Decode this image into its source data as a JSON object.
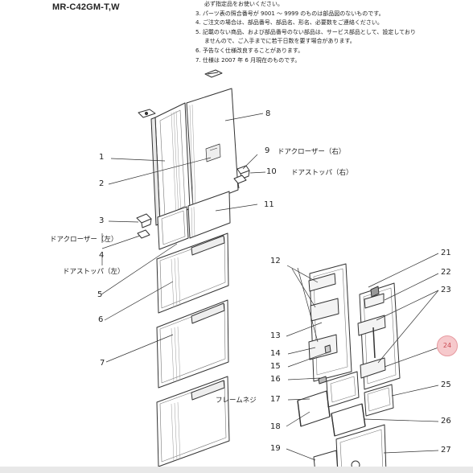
{
  "model": "MR-C42GM-T,W",
  "notes": [
    {
      "text": "必ず指定品をお使いください。",
      "indent": true
    },
    {
      "text": "3. パーツ表の照合番号が 9001 ～ 9999 のものは部品図のないものです。",
      "indent": false
    },
    {
      "text": "4. ご注文の場合は、部品番号、部品名、形名、必要数をご連絡ください。",
      "indent": false
    },
    {
      "text": "5. 記載のない商品、および部品番号のない部品は、サービス部品として、設定しており",
      "indent": false
    },
    {
      "text": "ませんので、ご入手までに若干日数を要す場合があります。",
      "indent": true
    },
    {
      "text": "6. 予告なく仕様改良することがあります。",
      "indent": false
    },
    {
      "text": "7. 仕様は 2007 年 6 月現在のものです。",
      "indent": false
    }
  ],
  "labels": {
    "l1": "1",
    "l2": "2",
    "l3": "3",
    "l4": "4",
    "l5": "5",
    "l6": "6",
    "l7": "7",
    "l8": "8",
    "l9": "9",
    "l10": "10",
    "l11": "11",
    "l12": "12",
    "l13": "13",
    "l14": "14",
    "l15": "15",
    "l16": "16",
    "l17": "17",
    "l18": "18",
    "l19": "19",
    "l21": "21",
    "l22": "22",
    "l23": "23",
    "l25": "25",
    "l26": "26",
    "l27": "27"
  },
  "part_names": {
    "door_closer_right": "ドアクローザー（右）",
    "door_stopper_right": "ドアストッパ（右）",
    "door_closer_left": "ドアクローザー（左）",
    "door_stopper_left": "ドアストッパ（左）",
    "frame_screw": "フレームネジ"
  },
  "marker": "24"
}
